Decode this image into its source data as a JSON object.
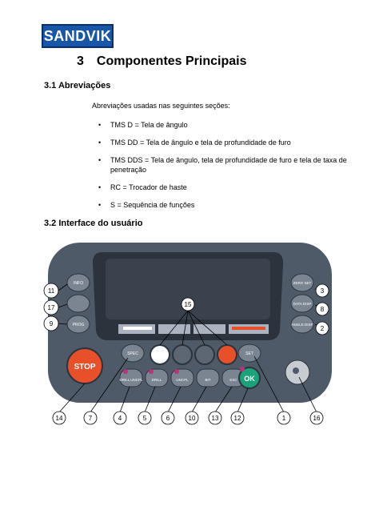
{
  "logo": {
    "text": "SANDVIK"
  },
  "section": {
    "number": "3",
    "title": "Componentes Principais"
  },
  "subsection1": {
    "title": "3.1 Abreviações"
  },
  "intro": "Abreviações usadas nas seguintes seções:",
  "abbreviations": [
    "TMS D = Tela de ângulo",
    "TMS DD = Tela de ângulo e tela de profundidade de furo",
    "TMS DDS = Tela de ângulo, tela de profundidade de furo e tela de taxa de penetração",
    "RC = Trocador de haste",
    "S = Sequência de funções"
  ],
  "subsection2": {
    "title": "3.2 Interface do usuário"
  },
  "panel": {
    "left_buttons": [
      "INFO",
      "",
      "PROG"
    ],
    "right_buttons": [
      "ZERO SET",
      "DATA DISP",
      "ANGLE DISP"
    ],
    "stop_label": "STOP",
    "spec_label": "SPEC",
    "set_label": "SET",
    "bottom_buttons": [
      "DRILL UNCPL",
      "DRILL",
      "UNCPL",
      "BIT",
      "ESC",
      "OK"
    ],
    "callouts": {
      "left": [
        "11",
        "17",
        "9"
      ],
      "right": [
        "3",
        "8",
        "2"
      ],
      "top": "15",
      "bottom": [
        "14",
        "7",
        "4",
        "5",
        "6",
        "10",
        "13",
        "12",
        "1",
        "16"
      ]
    },
    "colors": {
      "body": "#4f5a68",
      "stop": "#e8502a",
      "ok": "#1aa37a",
      "indicator": "#c0307a",
      "orange_key": "#e8502a"
    }
  }
}
